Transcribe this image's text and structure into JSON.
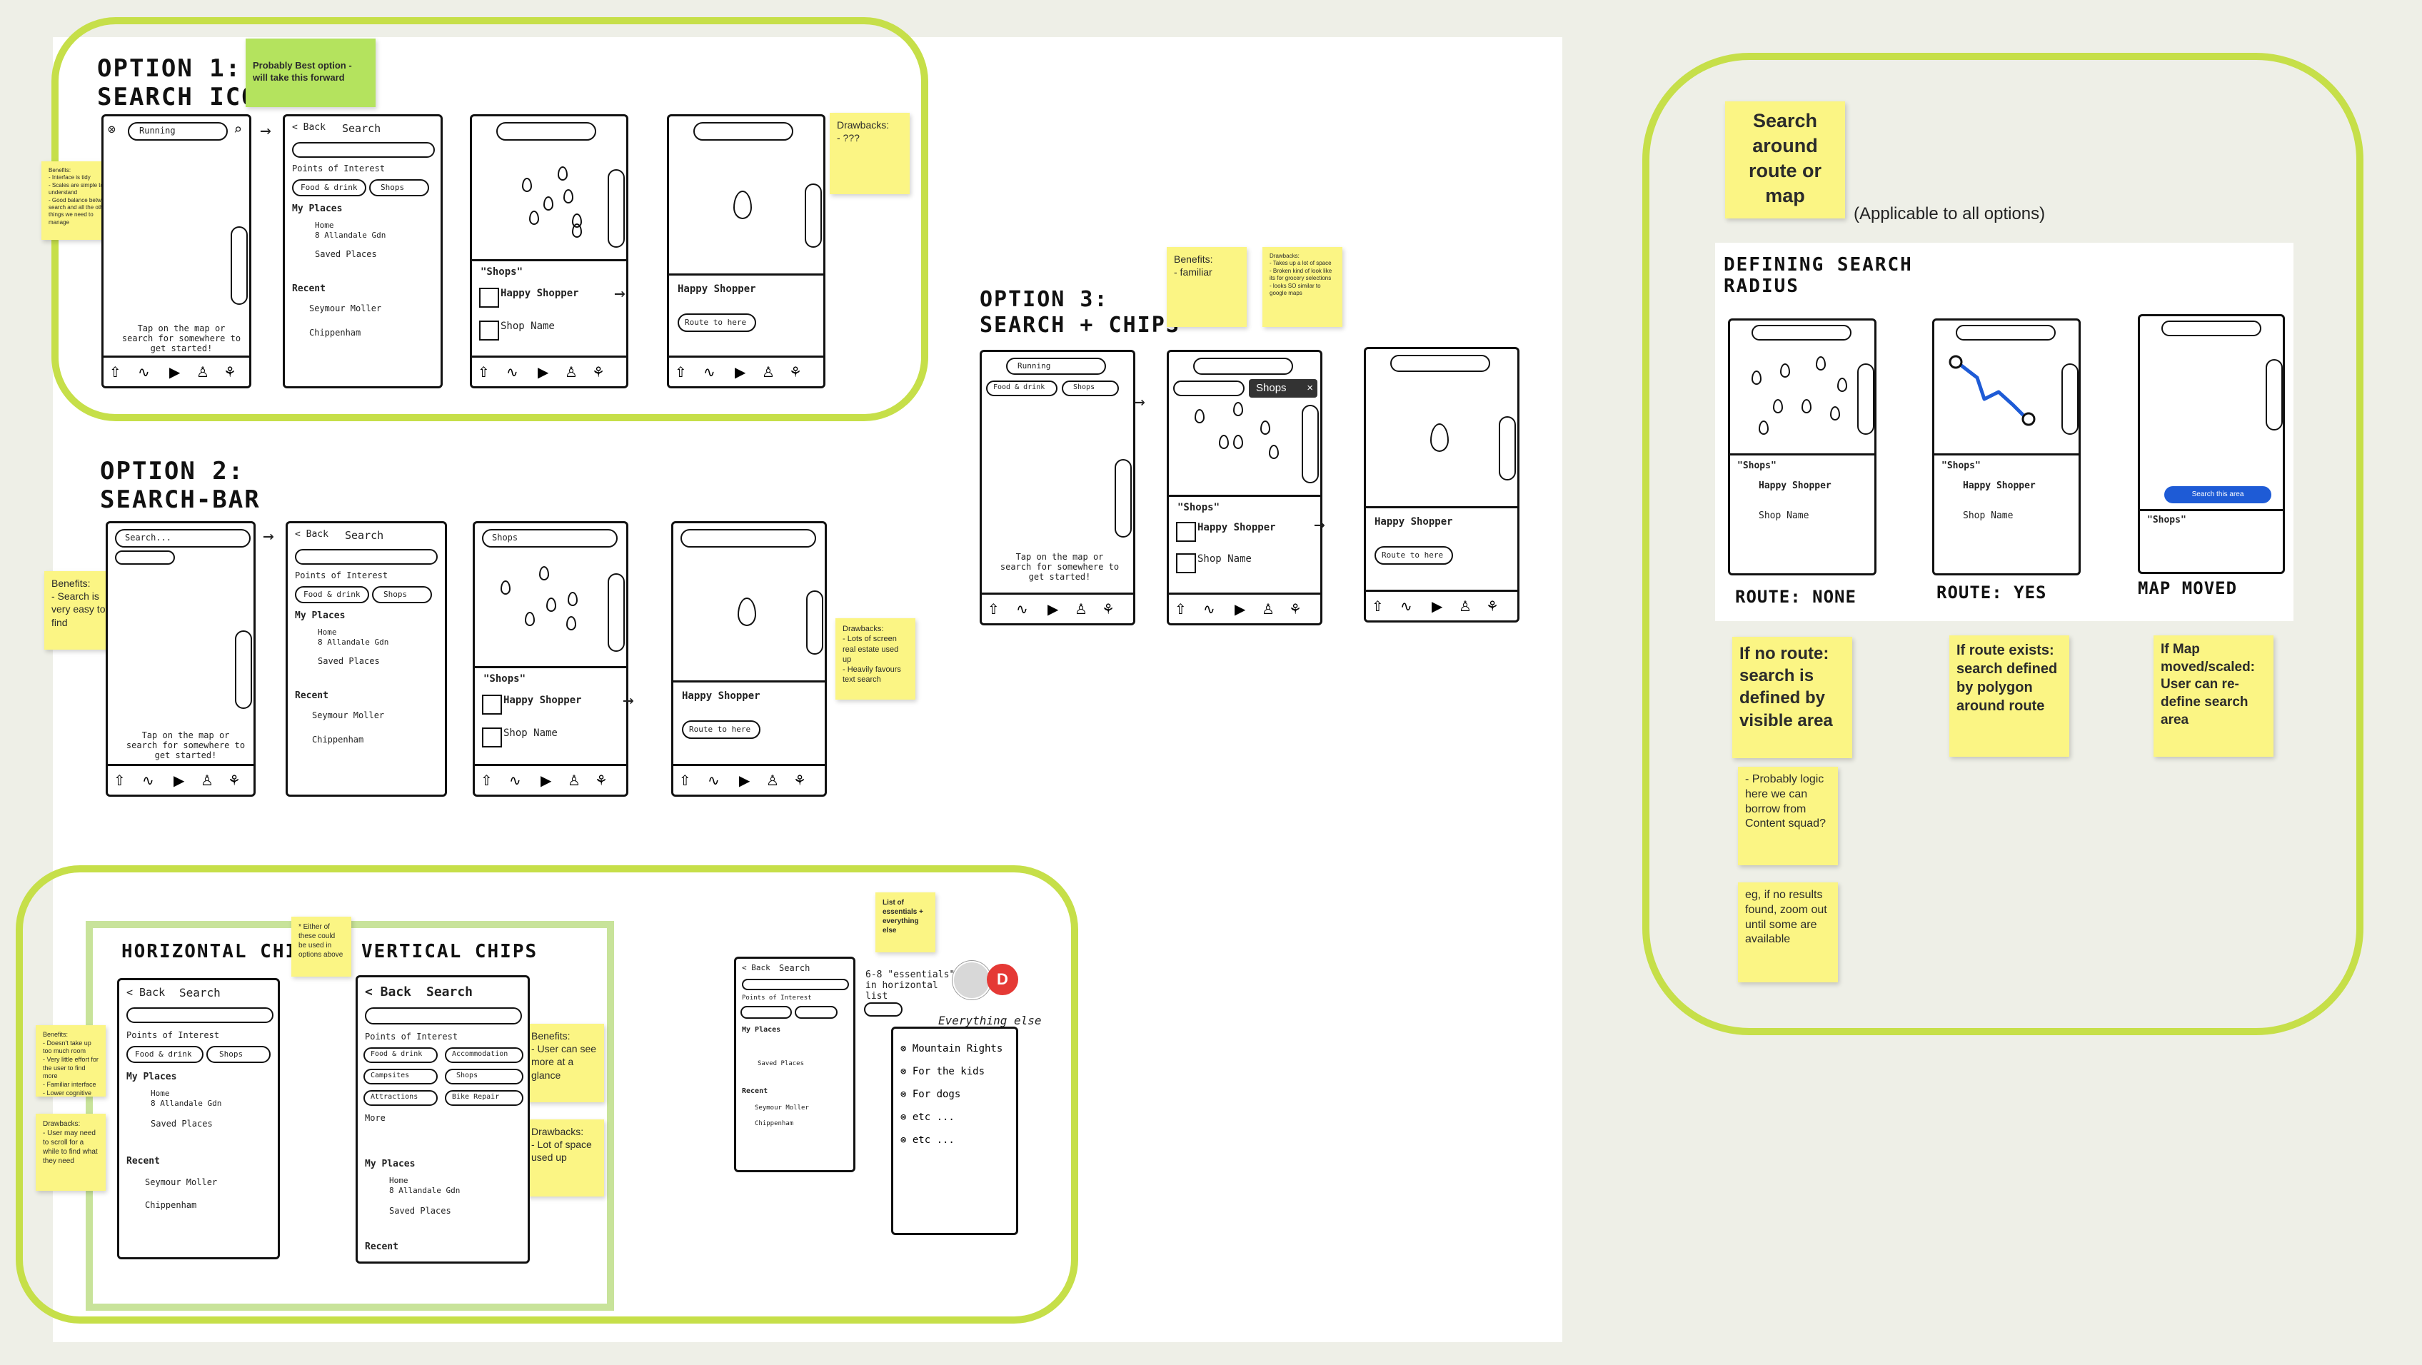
{
  "option1": {
    "title_line1": "OPTION 1:",
    "title_line2": "SEARCH ICON",
    "note_best": "Probably Best option - will take this forward",
    "note_benefits": "Benefits:\n- Interface is tidy\n- Scales are simple to understand\n- Good balance between search and all the other things we need to manage",
    "note_drawbacks": "Drawbacks:\n- ???"
  },
  "option2": {
    "title_line1": "OPTION 2:",
    "title_line2": "SEARCH-BAR",
    "note_benefits": "Benefits:\n- Search is very easy to find",
    "note_drawbacks": "Drawbacks:\n- Lots of screen real estate used up\n- Heavily favours text search"
  },
  "option3": {
    "title_line1": "OPTION 3:",
    "title_line2": "SEARCH + CHIPS",
    "note_benefits": "Benefits:\n- familiar",
    "note_drawbacks": "Drawbacks:\n- Takes up a lot of space\n- Broken kind of look like its for grocery selections\n- looks SO similar to google maps",
    "shops_chip": "Shops"
  },
  "chips": {
    "horizontal_title": "HORIZONTAL CHIPS",
    "vertical_title": "VERTICAL CHIPS",
    "note_either": "* Either of these could be used in options above",
    "note_h_benefits": "Benefits:\n- Doesn't take up too much room\n- Very little effort for the user to find more\n- Familiar interface\n- Lower cognitive load",
    "note_h_drawbacks": "Drawbacks:\n- User may need to scroll for a while to find what they need",
    "note_v_benefits": "Benefits:\n- User can see more at a glance",
    "note_v_drawbacks": "Drawbacks:\n- Lot of space used up",
    "note_list": "List of essentials + everything else",
    "avatar_letter": "D",
    "essentials_text": "6-8 \"essentials\" in horizontal list",
    "everything_else": "Everything else",
    "list_items": [
      "Mountain Rights",
      "For the kids",
      "For dogs",
      "etc ...",
      "etc ..."
    ]
  },
  "radius": {
    "note_title": "Search around route or map",
    "applicable": "(Applicable to all options)",
    "heading_line1": "DEFINING SEARCH",
    "heading_line2": "RADIUS",
    "label_none": "ROUTE: NONE",
    "label_yes": "ROUTE: YES",
    "label_moved": "MAP MOVED",
    "search_area_button": "Search this area",
    "note_no_route": "If no route: search is defined by visible area",
    "note_route": "If route exists: search defined by polygon around route",
    "note_moved": "If Map moved/scaled: User can re-define search area",
    "note_logic": "- Probably logic here we can borrow from Content squad?",
    "note_eg": "eg, if no results found, zoom out until some are available"
  },
  "sketch": {
    "search_header": "Search",
    "back": "< Back",
    "points_of_interest": "Points of Interest",
    "food_drink": "Food & drink",
    "shops": "Shops",
    "my_places": "My Places",
    "home": "Home",
    "address": "8 Allandale Gdn",
    "saved_places": "Saved Places",
    "recent": "Recent",
    "recent_1": "Seymour Moller",
    "recent_2": "Chippenham",
    "map_hint": "Tap on the map or search for somewhere to get started!",
    "shops_results": "\"Shops\"",
    "happy_shopper": "Happy Shopper",
    "shop_name": "Shop Name",
    "route_button": "Route to here",
    "running": "Running",
    "search_placeholder": "Search...",
    "clear": "Clear",
    "more": "More",
    "accommodation": "Accommodation",
    "campsites": "Campsites",
    "attractions": "Attractions",
    "bike_repair": "Bike Repair"
  }
}
